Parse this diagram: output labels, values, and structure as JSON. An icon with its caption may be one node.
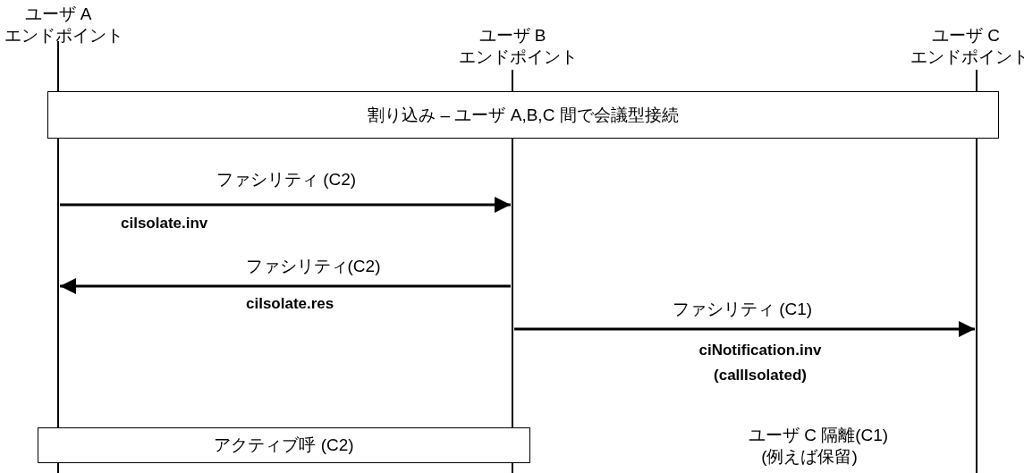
{
  "diagram": {
    "nodes": [
      {
        "text": [
          "ユーザ A",
          "エンドポイント"
        ]
      },
      {
        "text": [
          "ユーザ B",
          "エンドポイント"
        ]
      },
      {
        "text": [
          "ユーザ C",
          "エンドポイント"
        ]
      },
      {
        "text": [],
        "shape": "bar"
      },
      {
        "text": [],
        "shape": "bar"
      },
      {
        "text": [],
        "shape": "bar"
      },
      {
        "text": [
          "割り込み – ユーザ A,B,C 間で会議型接続"
        ]
      },
      {
        "text": [
          "アクティブ呼 (C2)"
        ]
      }
    ],
    "edges": [
      {
        "from": 3,
        "to": 4,
        "arrow": "to",
        "label": "ファシリティ (C2)"
      },
      {
        "from": 4,
        "to": 3,
        "arrow": "to",
        "label": "ファシリティ(C2)"
      },
      {
        "from": 4,
        "to": 5,
        "arrow": "to",
        "label": "ファシリティ (C1)"
      }
    ],
    "labels": [
      "cilsolate.inv",
      "cilsolate.res",
      "ciNotification.inv (callIsolated)",
      "ユーザ C 隔離(C1)",
      "(例えば保留)"
    ]
  }
}
